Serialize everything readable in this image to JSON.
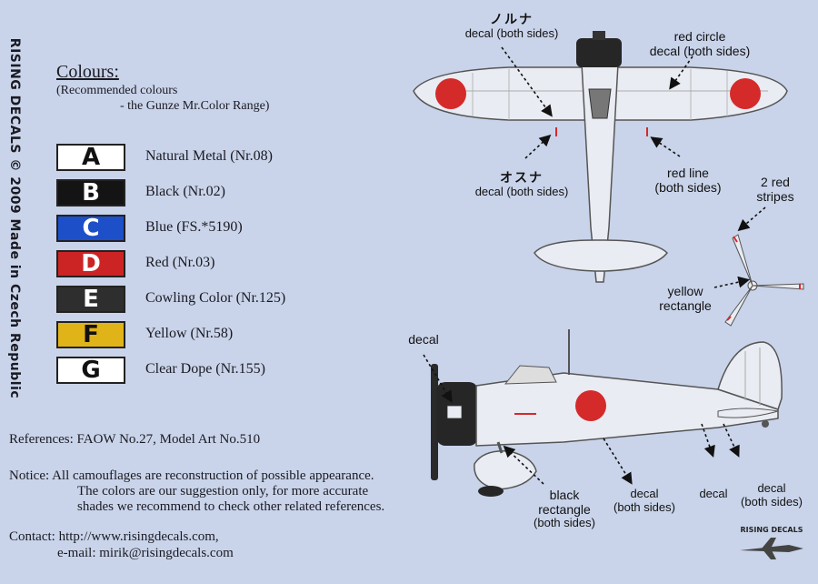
{
  "publisher_vertical": "RISING DECALS © 2009 Made in Czech Republic",
  "colours": {
    "title": "Colours:",
    "subtitle1": "(Recommended colours",
    "subtitle2": "- the Gunze Mr.Color Range)",
    "items": [
      {
        "letter": "A",
        "label": "Natural Metal (Nr.08)",
        "bg": "#ffffff",
        "fg": "#111111"
      },
      {
        "letter": "B",
        "label": "Black (Nr.02)",
        "bg": "#141414",
        "fg": "#ffffff"
      },
      {
        "letter": "C",
        "label": "Blue (FS.*5190)",
        "bg": "#1d4fc8",
        "fg": "#ffffff"
      },
      {
        "letter": "D",
        "label": "Red (Nr.03)",
        "bg": "#cc2424",
        "fg": "#ffffff"
      },
      {
        "letter": "E",
        "label": "Cowling Color (Nr.125)",
        "bg": "#2e2e2e",
        "fg": "#ffffff"
      },
      {
        "letter": "F",
        "label": "Yellow (Nr.58)",
        "bg": "#e0b418",
        "fg": "#111111"
      },
      {
        "letter": "G",
        "label": "Clear Dope (Nr.155)",
        "bg": "#ffffff",
        "fg": "#111111"
      }
    ]
  },
  "references": "References: FAOW No.27, Model Art No.510",
  "notice": {
    "line1": "Notice: All camouflages are reconstruction of possible appearance.",
    "line2": "The colors are our suggestion only, for more accurate",
    "line3": "shades we recommend to check other related references."
  },
  "contact": {
    "line1": "Contact: http://www.risingdecals.com,",
    "line2": "e-mail: mirik@risingdecals.com"
  },
  "callouts": {
    "top_left_jp": "ノルナ",
    "top_left_label": "decal (both sides)",
    "red_circle_1": "red circle",
    "red_circle_2": "decal (both sides)",
    "osuna_jp": "オスナ",
    "osuna_label": "decal (both sides)",
    "red_line_1": "red line",
    "red_line_2": "(both sides)",
    "stripes_1": "2 red",
    "stripes_2": "stripes",
    "yellow_1": "yellow",
    "yellow_2": "rectangle",
    "side_decal": "decal",
    "black_rect_1": "black",
    "black_rect_2": "rectangle",
    "black_rect_3": "(both sides)",
    "decal_both_1": "decal",
    "decal_both_2": "(both sides)",
    "decal_small": "decal",
    "decal_right_1": "decal",
    "decal_right_2": "(both sides)"
  },
  "logo_text": "RISING DECALS",
  "colors_used": {
    "background": "#c9d4ea",
    "hinomaru": "#d42a2a",
    "airframe": "#e9ecf2"
  }
}
